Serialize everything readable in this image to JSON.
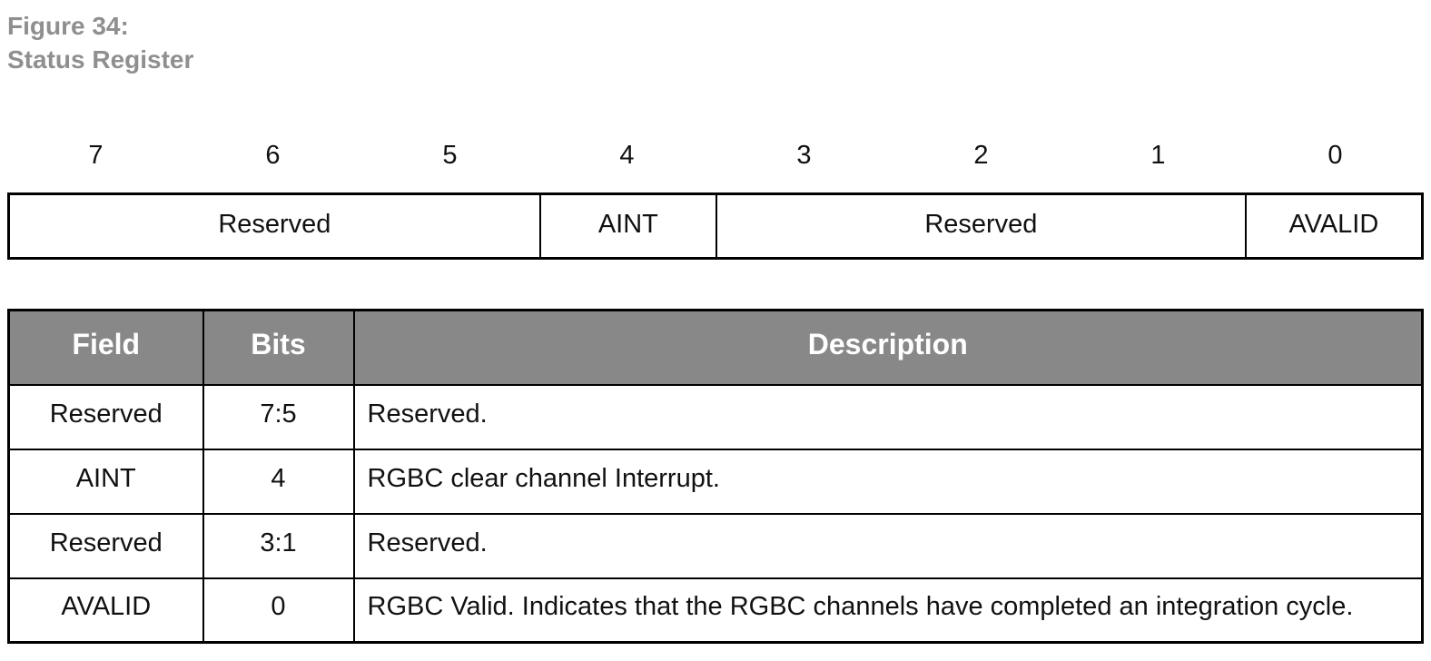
{
  "title": {
    "line1": "Figure 34:",
    "line2": "Status Register"
  },
  "register": {
    "bit_numbers": [
      "7",
      "6",
      "5",
      "4",
      "3",
      "2",
      "1",
      "0"
    ],
    "cells": [
      {
        "label": "Reserved",
        "bits": "7:5",
        "span": 3
      },
      {
        "label": "AINT",
        "bits": "4",
        "span": 1
      },
      {
        "label": "Reserved",
        "bits": "3:1",
        "span": 3
      },
      {
        "label": "AVALID",
        "bits": "0",
        "span": 1
      }
    ]
  },
  "table": {
    "headers": [
      "Field",
      "Bits",
      "Description"
    ],
    "rows": [
      {
        "field": "Reserved",
        "bits": "7:5",
        "description": "Reserved."
      },
      {
        "field": "AINT",
        "bits": "4",
        "description": "RGBC clear channel Interrupt."
      },
      {
        "field": "Reserved",
        "bits": "3:1",
        "description": "Reserved."
      },
      {
        "field": "AVALID",
        "bits": "0",
        "description": "RGBC Valid. Indicates that the RGBC channels have completed an integration cycle."
      }
    ]
  },
  "colors": {
    "header_bg": "#888888",
    "header_text": "#ffffff",
    "title_text": "#8f8f8f",
    "border": "#000000"
  }
}
